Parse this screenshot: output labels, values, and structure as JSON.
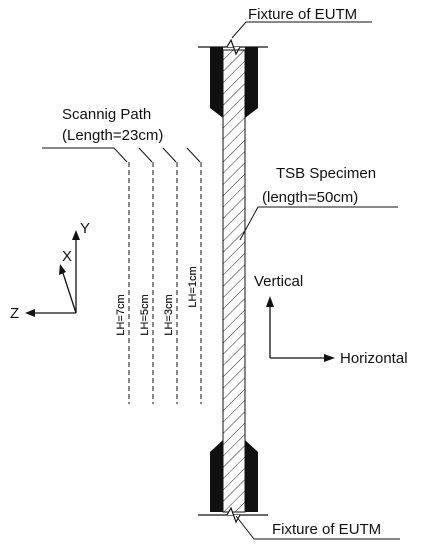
{
  "labels": {
    "fixture_top": "Fixture of EUTM",
    "fixture_bottom": "Fixture of EUTM",
    "scanning_path": "Scannig Path",
    "scanning_length": "(Length=23cm)",
    "specimen": "TSB Specimen",
    "specimen_length": "(length=50cm)",
    "vertical": "Vertical",
    "horizontal": "Horizontal"
  },
  "axes": {
    "x": "X",
    "y": "Y",
    "z": "Z"
  },
  "scan_lines": [
    "LH=7cm",
    "LH=5cm",
    "LH=3cm",
    "LH=1cm"
  ]
}
